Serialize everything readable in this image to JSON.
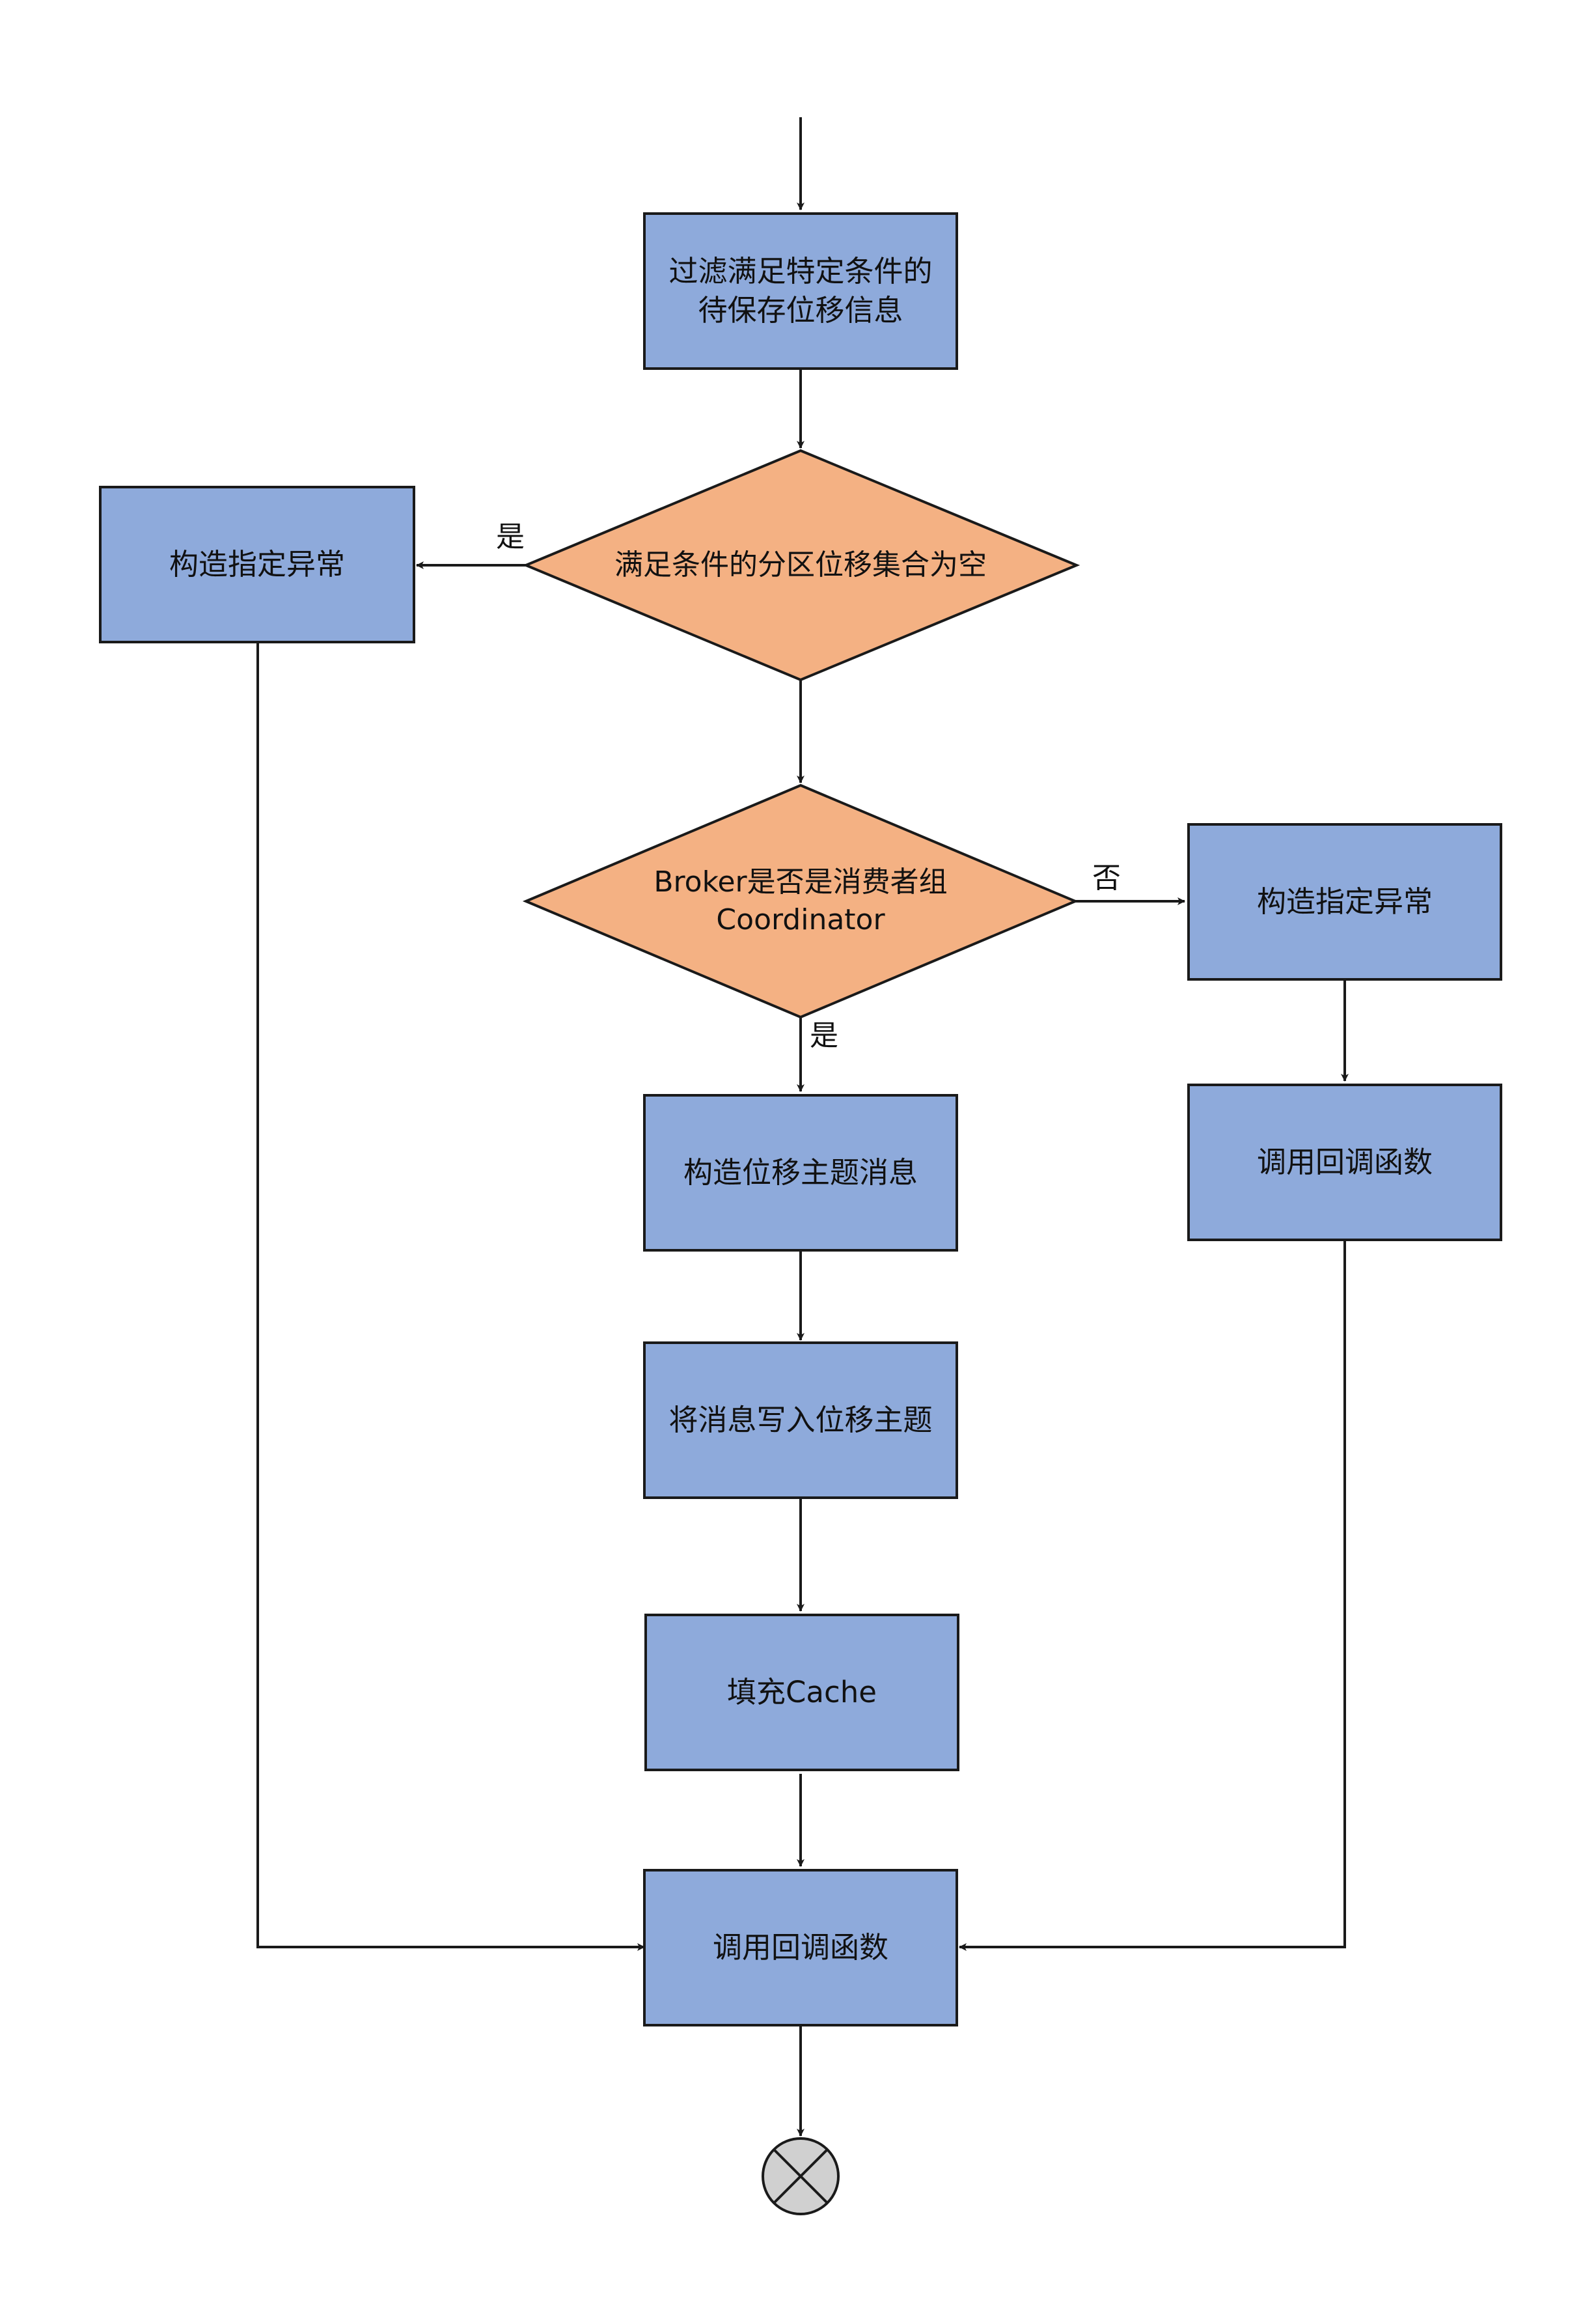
{
  "colors": {
    "process_fill": "#8eaadb",
    "decision_fill": "#f4b183",
    "stroke": "#1a1a1a",
    "terminator_fill": "#d0d0d0"
  },
  "nodes": {
    "filter": "过滤满足特定条件的\n待保存位移信息",
    "cond_empty": "满足条件的分区位移集合为空",
    "exc_left": "构造指定异常",
    "cond_coord": "Broker是否是消费者组\nCoordinator",
    "exc_right": "构造指定异常",
    "callback_right": "调用回调函数",
    "build_msg": "构造位移主题消息",
    "write_msg": "将消息写入位移主题",
    "fill_cache": "填充Cache",
    "callback_main": "调用回调函数"
  },
  "edge_labels": {
    "yes_left": "是",
    "no_right": "否",
    "yes_down": "是"
  },
  "end_icon": "x-circle-icon"
}
